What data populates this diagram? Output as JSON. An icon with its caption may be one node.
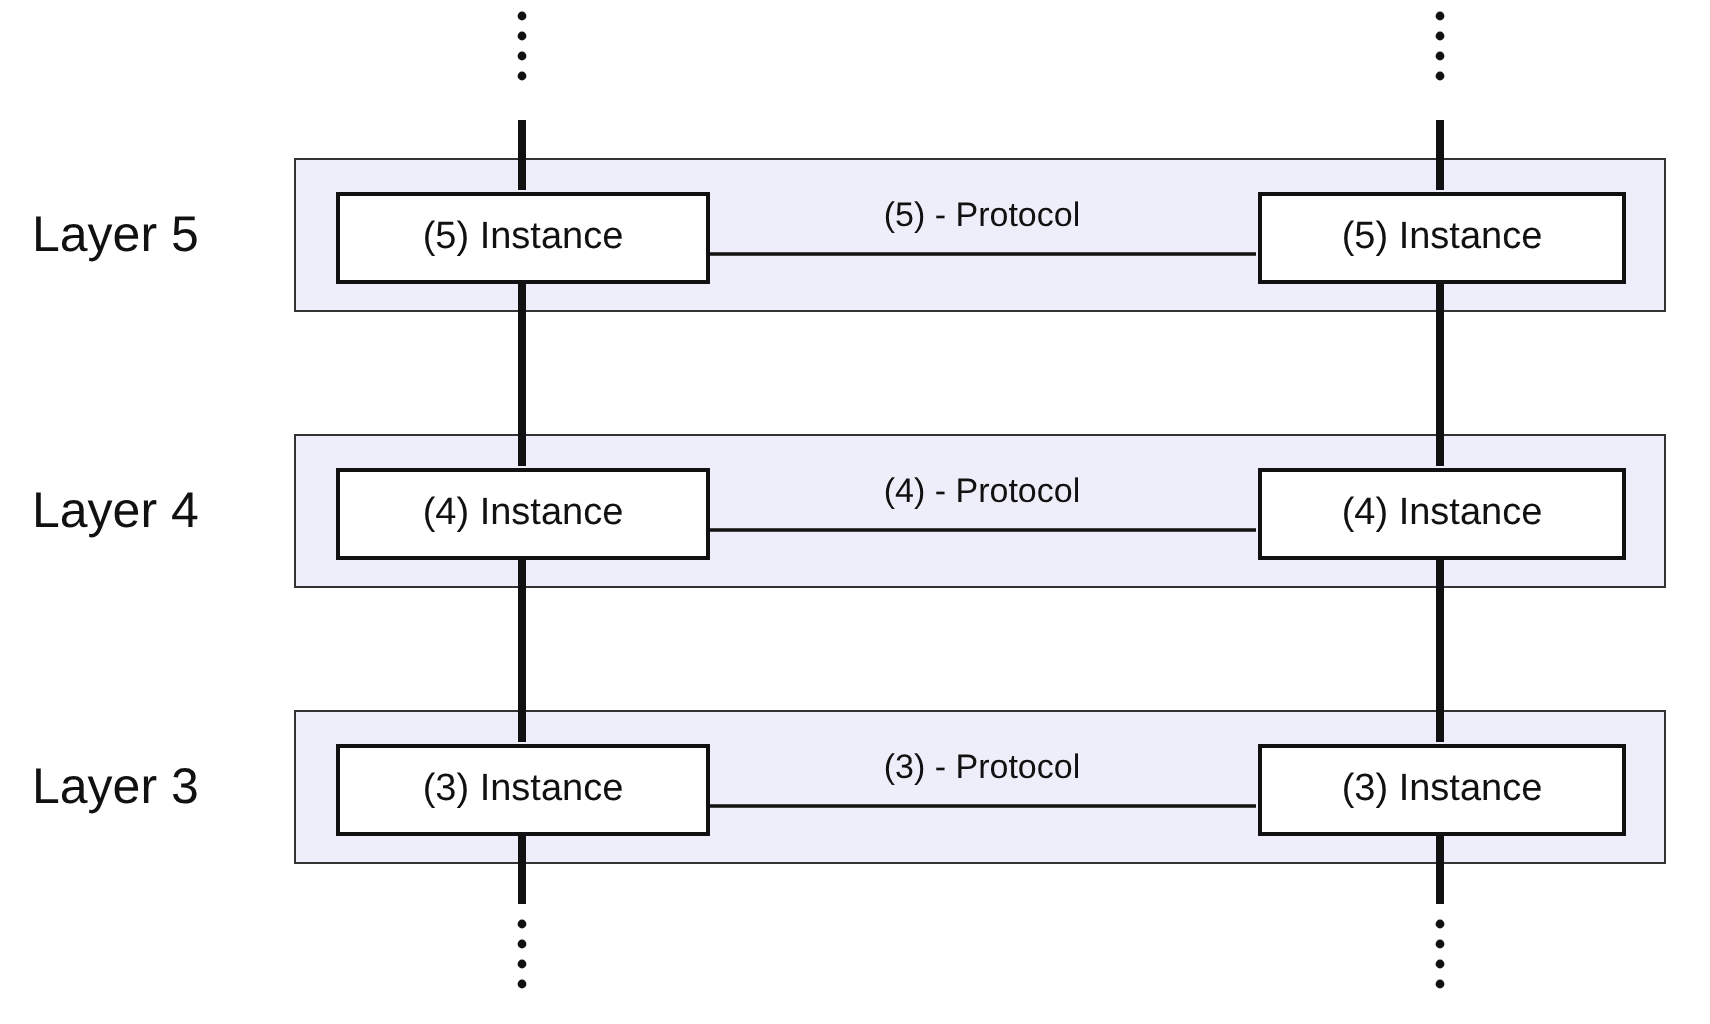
{
  "diagram": {
    "nodes": [
      {
        "text": [
          "Layer 5"
        ]
      },
      {
        "text": [
          "(5) Instance"
        ],
        "in": 0
      },
      {
        "text": [
          "(5) Instance"
        ],
        "in": 0
      },
      {
        "text": [
          "Layer 4"
        ]
      },
      {
        "text": [
          "(4) Instance"
        ],
        "in": 3
      },
      {
        "text": [
          "(4) Instance"
        ],
        "in": 3
      },
      {
        "text": [
          "Layer 3"
        ]
      },
      {
        "text": [
          "(3) Instance"
        ],
        "in": 6
      },
      {
        "text": [
          "(3) Instance"
        ],
        "in": 6
      }
    ],
    "edges": [
      {
        "from": 1,
        "to": 2,
        "arrow": "none",
        "label": "(5) - Protocol"
      },
      {
        "from": 4,
        "to": 5,
        "arrow": "none",
        "label": "(4) - Protocol"
      },
      {
        "from": 7,
        "to": 8,
        "arrow": "none",
        "label": "(3) - Protocol"
      },
      {
        "from": null,
        "to": 1,
        "arrow": "none"
      },
      {
        "from": 1,
        "to": 4,
        "arrow": "none"
      },
      {
        "from": 4,
        "to": 7,
        "arrow": "none"
      },
      {
        "from": 7,
        "to": null,
        "arrow": "none"
      },
      {
        "from": null,
        "to": 2,
        "arrow": "none"
      },
      {
        "from": 2,
        "to": 5,
        "arrow": "none"
      },
      {
        "from": 5,
        "to": 8,
        "arrow": "none"
      },
      {
        "from": 8,
        "to": null,
        "arrow": "none"
      }
    ]
  }
}
